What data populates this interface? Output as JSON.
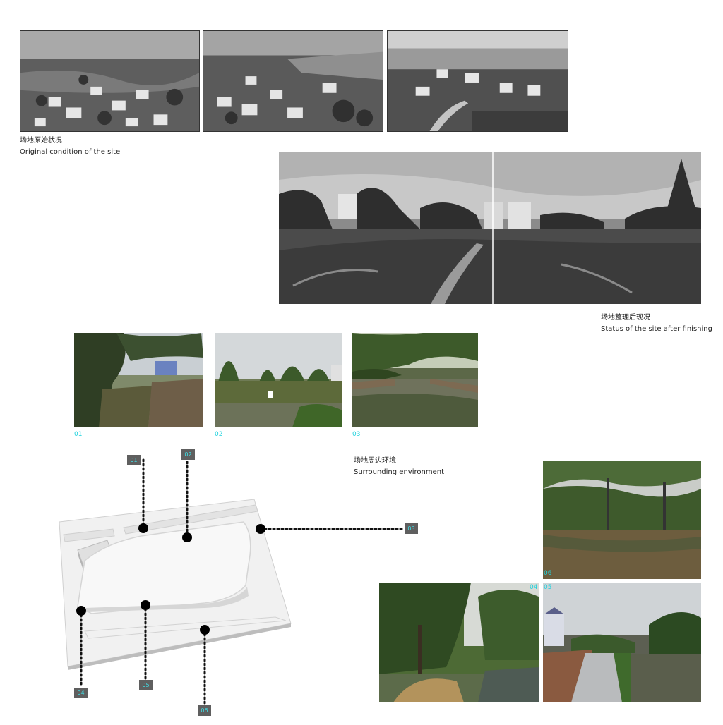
{
  "section_original": {
    "caption_cn": "场地原始状况",
    "caption_en": "Original condition of the site"
  },
  "section_after": {
    "caption_cn": "场地整理后现况",
    "caption_en": "Status of the site after finishing"
  },
  "section_surrounding": {
    "caption_cn": "场地周边环境",
    "caption_en": "Surrounding environment",
    "photo_numbers": [
      "01",
      "02",
      "03"
    ]
  },
  "diagram": {
    "markers": [
      "01",
      "02",
      "03",
      "04",
      "05",
      "06"
    ]
  },
  "lower_photos": {
    "numbers": [
      "06",
      "04",
      "05"
    ]
  },
  "colors": {
    "accent": "#1fd3dd",
    "tag_bg": "#5f5f5f"
  }
}
